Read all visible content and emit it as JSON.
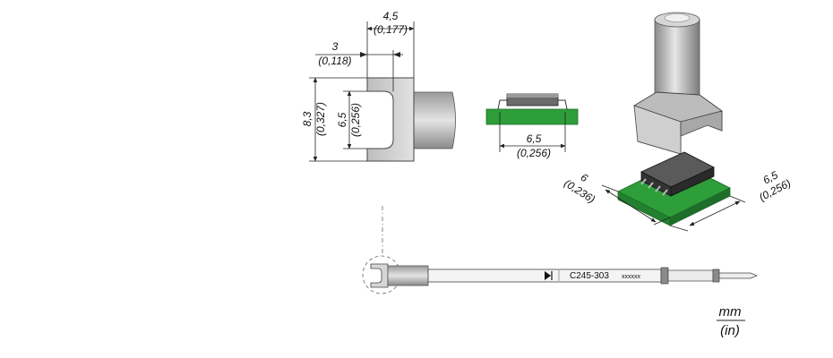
{
  "part_number": "C245-303",
  "serial_placeholder": "xxxxxx",
  "units": {
    "primary": "mm",
    "secondary": "(in)"
  },
  "dimensions": {
    "top_width": {
      "mm": "4,5",
      "in": "(0,177)"
    },
    "jaw_depth": {
      "mm": "3",
      "in": "(0,118)"
    },
    "outer_height": {
      "mm": "8,3",
      "in": "(0,327)"
    },
    "inner_height": {
      "mm": "6,5",
      "in": "(0,256)"
    },
    "chip_width": {
      "mm": "6,5",
      "in": "(0,256)"
    },
    "board_left": {
      "mm": "6",
      "in": "(0,236)"
    },
    "board_right": {
      "mm": "6,5",
      "in": "(0,256)"
    }
  },
  "colors": {
    "pcb_green": "#2e9e3a",
    "metal_grey": "#c8c8c8",
    "chip_dark": "#3a3a3a"
  }
}
